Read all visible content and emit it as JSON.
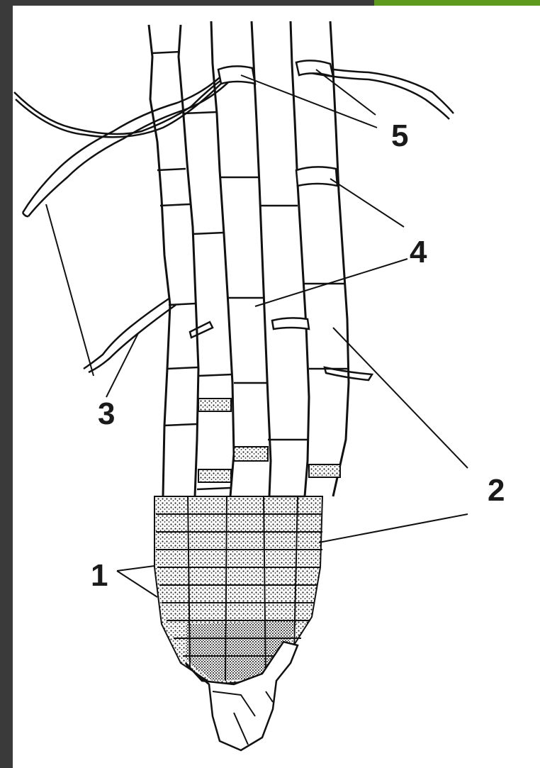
{
  "labels": {
    "l1": "1",
    "l2": "2",
    "l3": "3",
    "l4": "4",
    "l5": "5"
  },
  "colors": {
    "background_border": "#3a3a3a",
    "accent": "#5e9a1e",
    "ink": "#1a1a1a",
    "paper": "#ffffff"
  }
}
